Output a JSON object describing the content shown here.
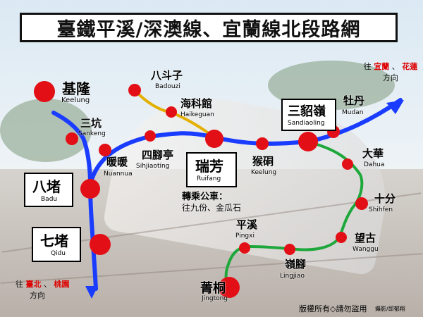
{
  "title": "臺鐵平溪/深澳線、宜蘭線北段路網",
  "colors": {
    "blue_line": "#1a3cff",
    "green_line": "#1ea83b",
    "yellow_line": "#e3b000",
    "station": "#e20f16"
  },
  "stations": {
    "keelung": {
      "zh": "基隆",
      "en": "Keelung"
    },
    "sankeng": {
      "zh": "三坑",
      "en": "Sankeng"
    },
    "badu": {
      "zh": "八堵",
      "en": "Badu"
    },
    "qidu": {
      "zh": "七堵",
      "en": "Qidu"
    },
    "nuannua": {
      "zh": "暖暖",
      "en": "Nuannua"
    },
    "sihjiaoting": {
      "zh": "四腳亭",
      "en": "Sihjiaoting"
    },
    "ruifang": {
      "zh": "瑞芳",
      "en": "Ruifang"
    },
    "houtong": {
      "zh": "猴硐",
      "en": "Keelung"
    },
    "sandiaoling": {
      "zh": "三貂嶺",
      "en": "Sandiaoling"
    },
    "mudan": {
      "zh": "牡丹",
      "en": "Mudan"
    },
    "badouzi": {
      "zh": "八斗子",
      "en": "Badouzi"
    },
    "haikeguan": {
      "zh": "海科館",
      "en": "Haikeguan"
    },
    "dahua": {
      "zh": "大華",
      "en": "Dahua"
    },
    "shihfen": {
      "zh": "十分",
      "en": "Shihfen"
    },
    "wanggu": {
      "zh": "望古",
      "en": "Wanggu"
    },
    "lingjiao": {
      "zh": "嶺腳",
      "en": "Lingjiao"
    },
    "pingxi": {
      "zh": "平溪",
      "en": "Pingxi"
    },
    "jingtong": {
      "zh": "菁桐",
      "en": "Jingtong"
    }
  },
  "transfer": {
    "title": "轉乘公車：",
    "items": "往九份、金瓜石"
  },
  "direction_top": {
    "prefix": "往",
    "dest1": "宜蘭",
    "sep": "、",
    "dest2": "花蓮",
    "line2": "方向"
  },
  "direction_bottom": {
    "prefix": "往",
    "dest1": "臺北",
    "sep": "、",
    "dest2": "桃園",
    "line2": "方向"
  },
  "footer": {
    "copyright": "版權所有◇請勿盜用",
    "photo": "攝影/邱郁翔"
  }
}
